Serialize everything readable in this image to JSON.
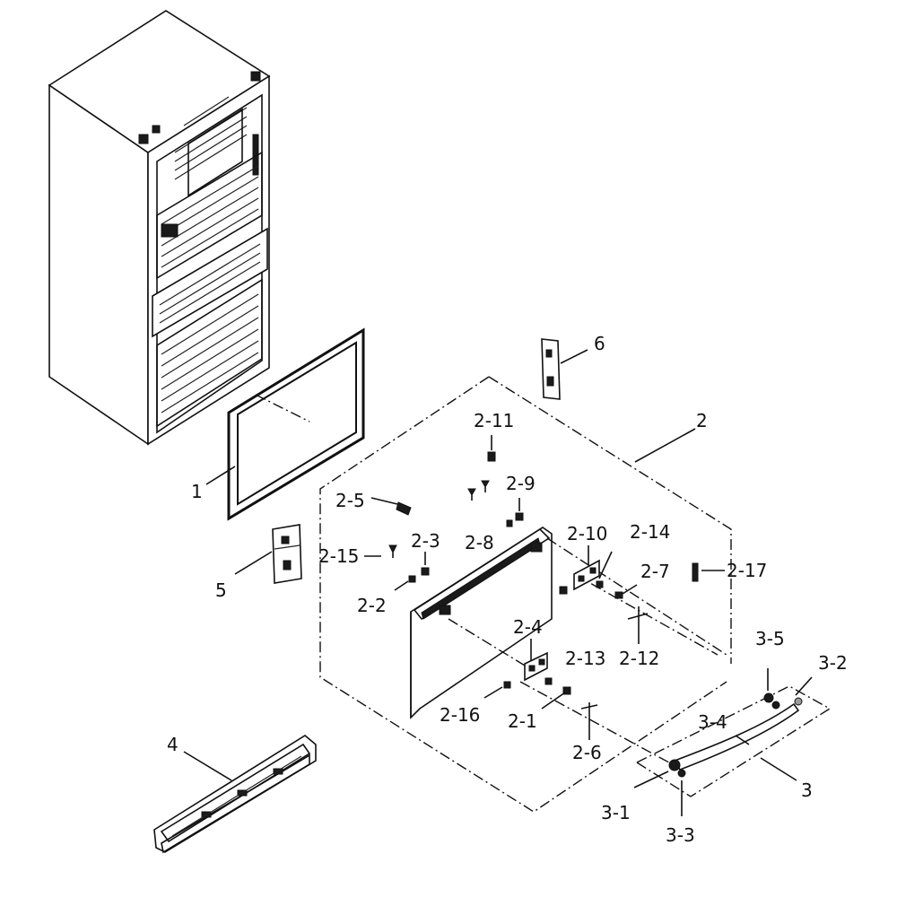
{
  "labels": {
    "1": "1",
    "2": "2",
    "3": "3",
    "4": "4",
    "5": "5",
    "6": "6",
    "2_1": "2-1",
    "2_2": "2-2",
    "2_3": "2-3",
    "2_4": "2-4",
    "2_5": "2-5",
    "2_6": "2-6",
    "2_7": "2-7",
    "2_8": "2-8",
    "2_9": "2-9",
    "2_10": "2-10",
    "2_11": "2-11",
    "2_12": "2-12",
    "2_13": "2-13",
    "2_14": "2-14",
    "2_15": "2-15",
    "2_16": "2-16",
    "2_17": "2-17",
    "3_1": "3-1",
    "3_2": "3-2",
    "3_3": "3-3",
    "3_4": "3-4",
    "3_5": "3-5"
  }
}
